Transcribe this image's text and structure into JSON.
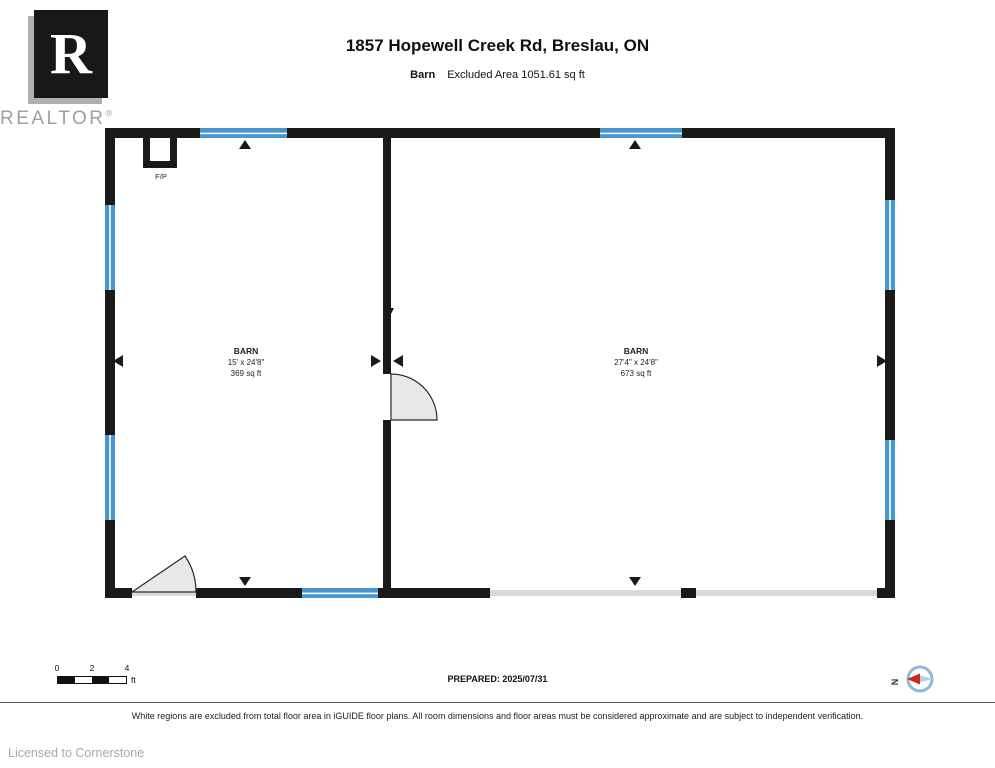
{
  "branding": {
    "realtor_letter": "R",
    "realtor_text": "REALTOR",
    "registered": "®",
    "licensed_to": "Licensed to Cornerstone"
  },
  "header": {
    "title": "1857 Hopewell Creek Rd, Breslau, ON",
    "floor_label": "Barn",
    "excluded_area": "Excluded Area 1051.61 sq ft"
  },
  "rooms": [
    {
      "name": "BARN",
      "dimensions": "15' x 24'8\"",
      "area": "369 sq ft"
    },
    {
      "name": "BARN",
      "dimensions": "27'4\" x 24'8\"",
      "area": "673 sq ft"
    }
  ],
  "labels": {
    "fireplace": "F/P"
  },
  "scale_bar": {
    "ticks": [
      "0",
      "2",
      "4"
    ],
    "unit": "ft"
  },
  "footer": {
    "prepared": "PREPARED: 2025/07/31",
    "disclaimer": "White regions are excluded from total floor area in iGUIDE floor plans. All room dimensions and floor areas must be considered approximate and are subject to independent verification.",
    "compass_north": "N"
  },
  "colors": {
    "wall": "#1a1a1a",
    "window": "#4796cf",
    "opening": "#d9d9d9",
    "door_fill": "#e8e8e8",
    "compass_ring": "#8cb9dd",
    "compass_needle": "#cc2a20",
    "gray_text": "#a0a0a0"
  }
}
